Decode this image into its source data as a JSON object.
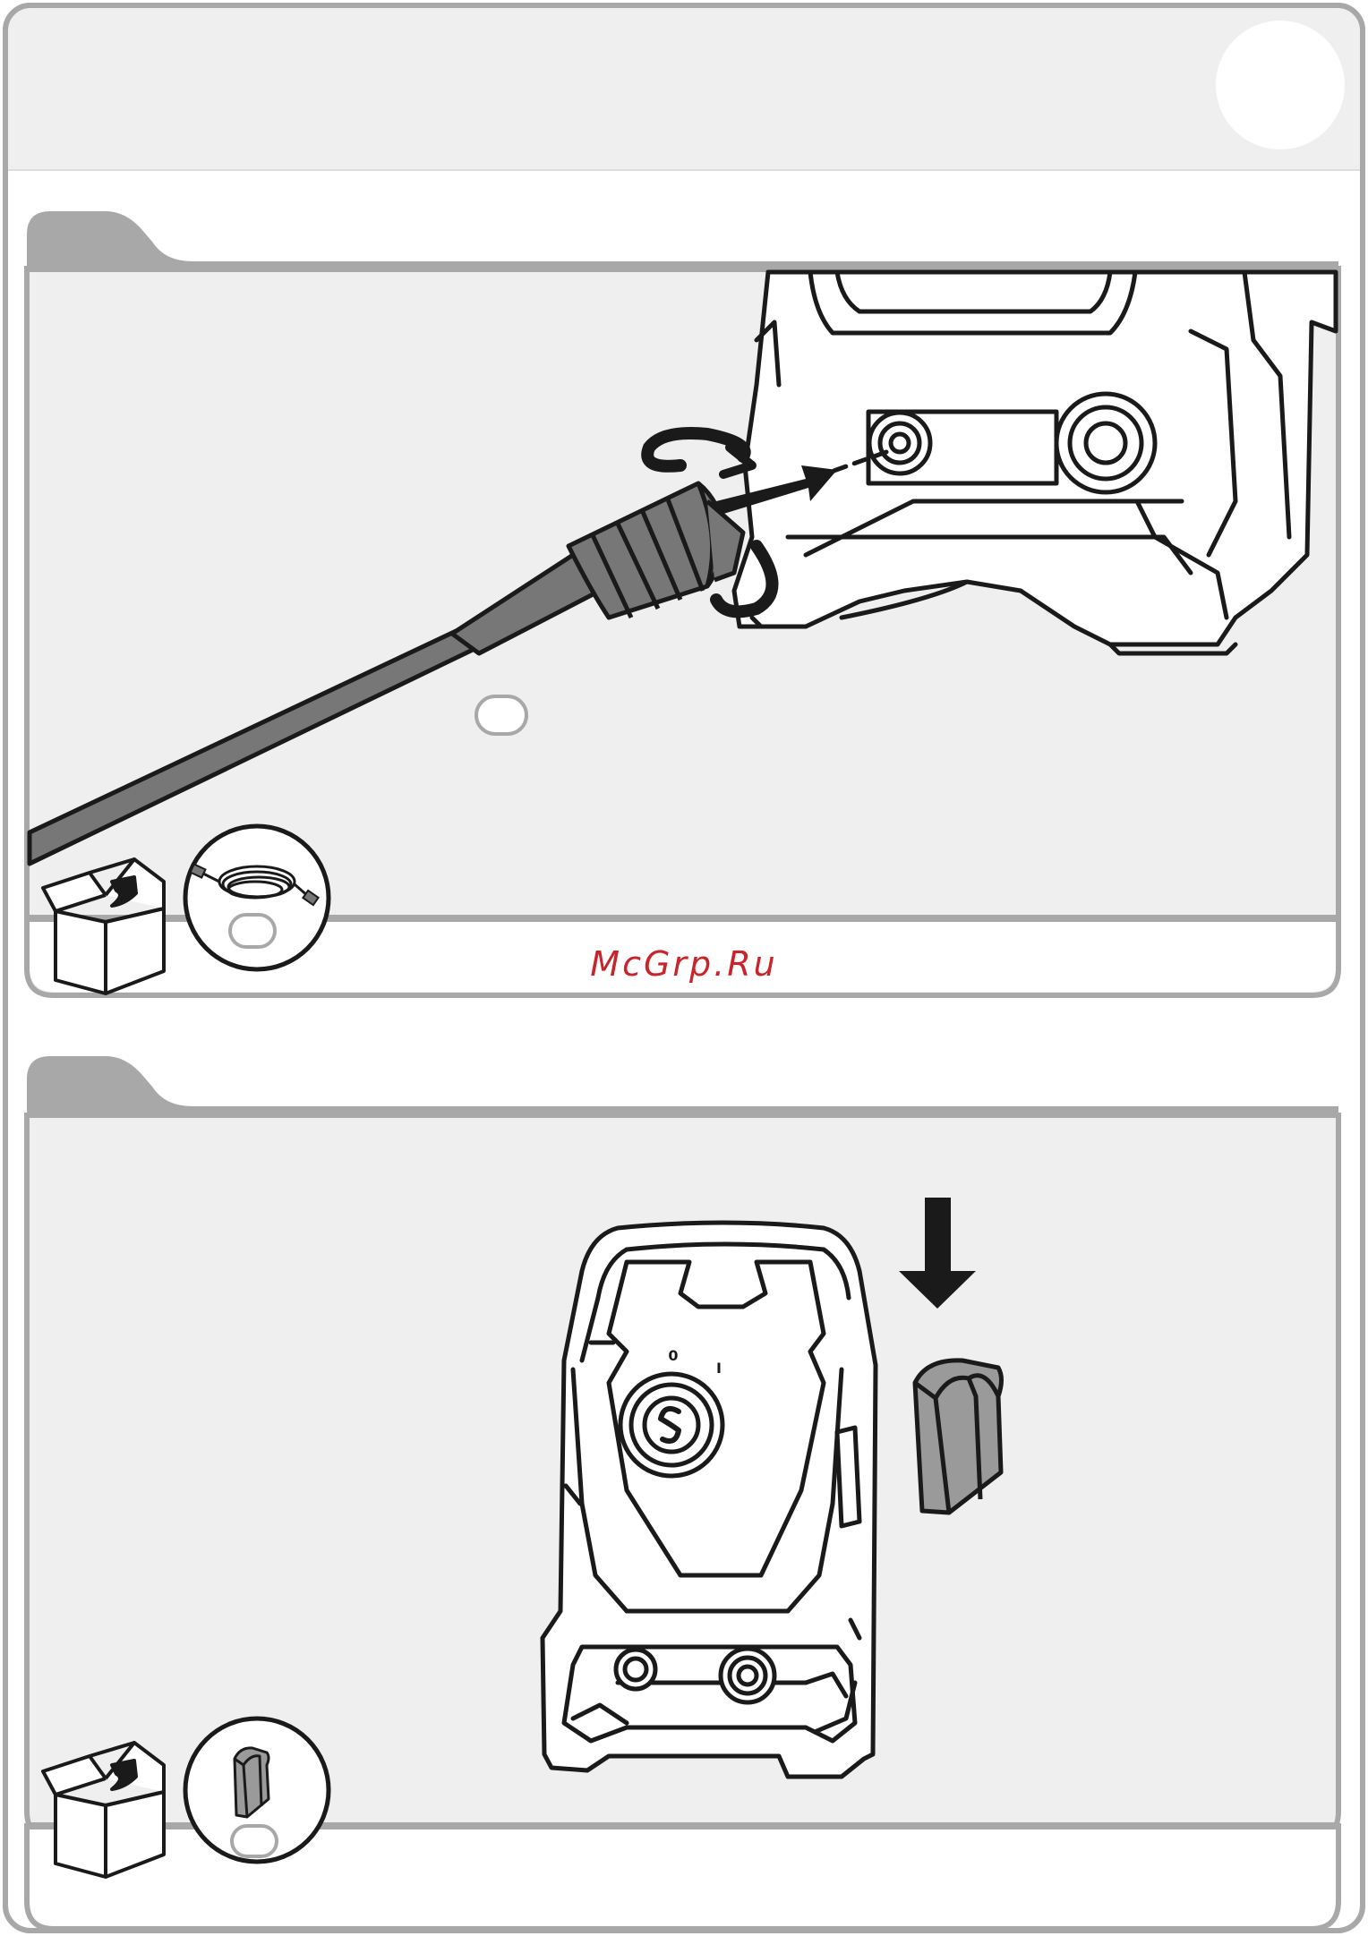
{
  "page": {
    "watermark": "McGrp.Ru",
    "colors": {
      "panel_background": "#efefef",
      "frame_border": "#a8a8a8",
      "ink": "#1a1a1a",
      "hose_fill": "#777777",
      "accessory_fill": "#9a9a9a",
      "white": "#ffffff",
      "watermark": "#c8242b"
    }
  },
  "header": {
    "page_badge_icon": "page-number-circle-icon"
  },
  "step_1": {
    "illustration": "high-pressure-hose-connection-illustration",
    "rotation_icon": "rotate-arrow-icon",
    "insert_arrow_icon": "arrow-right-icon",
    "callout_icon": "empty-callout-oval-icon",
    "box_icon": "open-box-icon",
    "part_icon": "coiled-hose-icon"
  },
  "step_2": {
    "illustration": "pressure-washer-front-illustration",
    "attach_arrow_icon": "arrow-down-icon",
    "accessory_icon": "nozzle-holder-clip-icon",
    "switch_label_off": "0",
    "switch_label_on": "I",
    "box_icon": "open-box-icon",
    "part_icon": "nozzle-holder-clip-icon"
  }
}
